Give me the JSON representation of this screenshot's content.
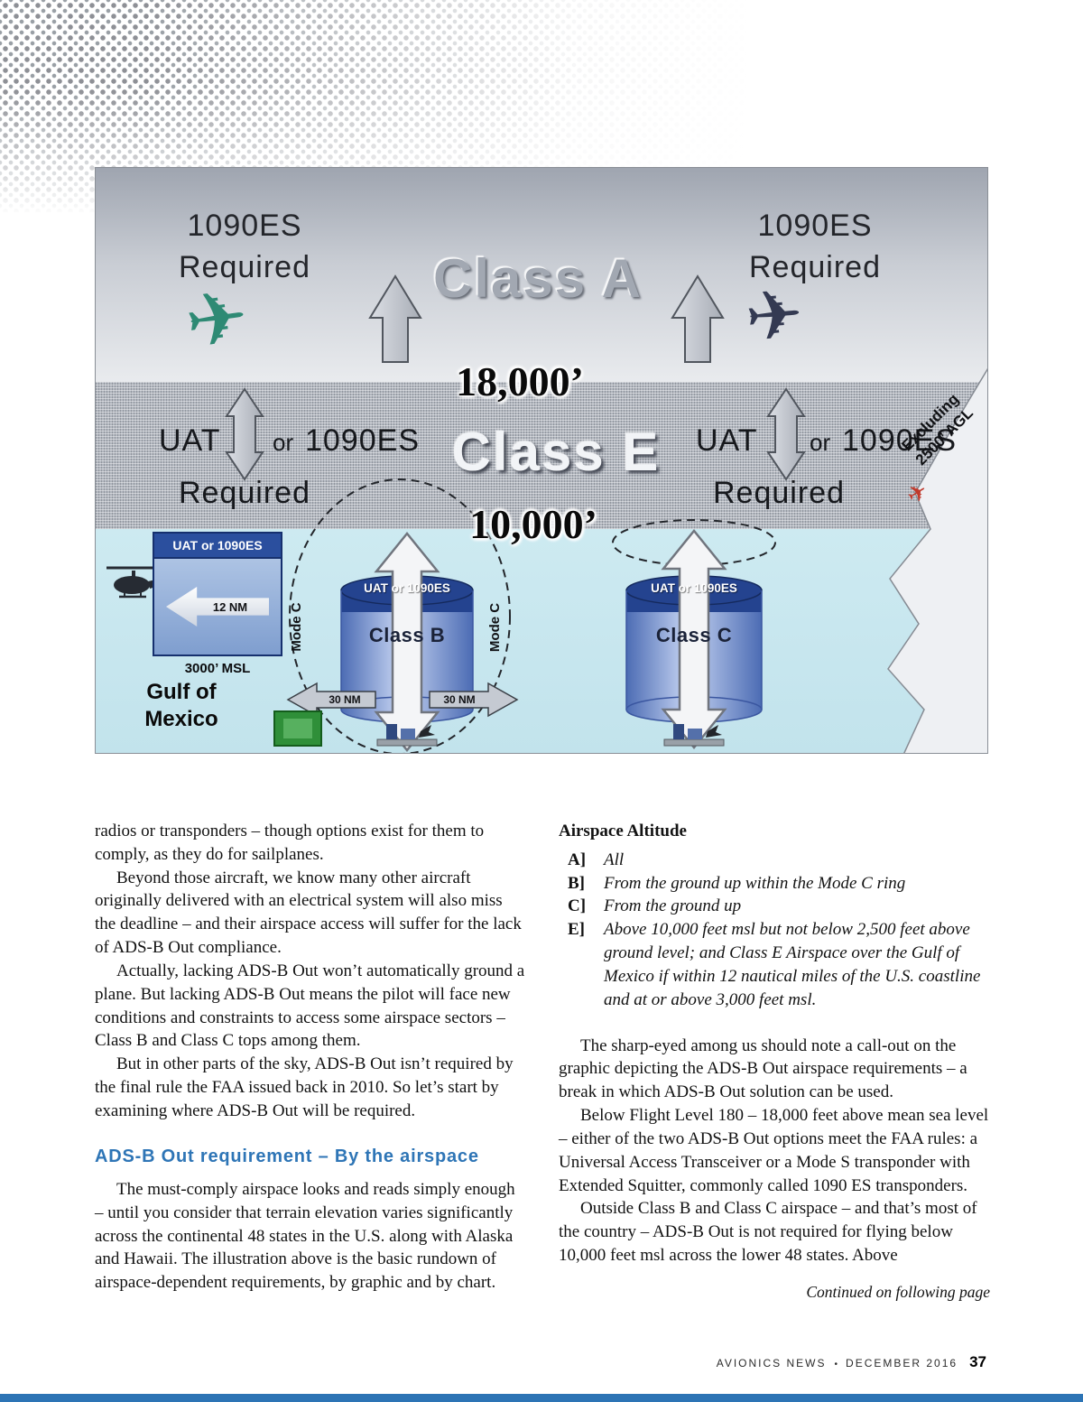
{
  "diagram": {
    "class_a": {
      "req_left": [
        "1090ES",
        "Required"
      ],
      "title": "Class A",
      "req_right": [
        "1090ES",
        "Required"
      ]
    },
    "alt_18000": "18,000’",
    "class_e": {
      "title": "Class E",
      "uat_left": "UAT",
      "or_left": "or",
      "es_left": "1090ES",
      "required_left": "Required",
      "uat_right": "UAT",
      "or_right": "or",
      "es_right": "1090ES",
      "required_right": "Required",
      "excluding_1": "Excluding",
      "excluding_2": "2500’ AGL"
    },
    "alt_10000": "10,000’",
    "surface": {
      "gulf_box_title": "UAT or 1090ES",
      "gulf_box_arrow": "12 NM",
      "msl": "3000’ MSL",
      "gulf_1": "Gulf of",
      "gulf_2": "Mexico",
      "mode_c_left": "Mode C",
      "mode_c_right": "Mode C",
      "class_b_header": "UAT or 1090ES",
      "class_b_label": "Class B",
      "class_c_header": "UAT or 1090ES",
      "class_c_label": "Class C",
      "nm_left": "30 NM",
      "nm_right": "30 NM"
    }
  },
  "article": {
    "left_column": {
      "paragraphs_top": [
        "radios or transponders – though options exist for them to comply, as they do for sailplanes.",
        "Beyond those aircraft, we know many other aircraft originally delivered with an electrical system will also miss the deadline – and their airspace access will suffer for the lack of ADS-B Out compliance.",
        "Actually, lacking ADS-B Out won’t automatically ground a plane. But lacking ADS-B Out means the pilot will face new conditions and constraints to access some airspace sectors – Class B and Class C tops among them.",
        "But in other parts of the sky, ADS-B Out isn’t required by the final rule the FAA issued back in 2010. So let’s start by examining where ADS-B Out will be required."
      ],
      "heading": "ADS-B Out requirement – By the airspace",
      "paragraphs_bottom": [
        "The must-comply airspace looks and reads simply enough – until you consider that terrain elevation varies significantly across the continental 48 states in the U.S. along with Alaska and Hawaii. The illustration above is the basic rundown of airspace-dependent requirements, by graphic and by chart."
      ]
    },
    "right_column": {
      "table_title": "Airspace Altitude",
      "rows": [
        {
          "marker": "A]",
          "text": "All"
        },
        {
          "marker": "B]",
          "text": "From the ground up within the Mode C ring"
        },
        {
          "marker": "C]",
          "text": "From the ground up"
        },
        {
          "marker": "E]",
          "text": "Above 10,000 feet msl but not below 2,500 feet above ground level; and Class E Airspace over the Gulf of Mexico if within 12 nautical miles of the U.S. coastline and at or above 3,000 feet msl."
        }
      ],
      "paragraphs": [
        "The sharp-eyed among us should note a call-out on the graphic depicting the ADS-B Out airspace requirements – a break in which ADS-B Out solution can be used.",
        "Below Flight Level 180 – 18,000 feet above mean sea level – either of the two ADS-B Out options meet the FAA rules: a Universal Access Transceiver or a Mode S transponder with Extended Squitter, commonly called 1090 ES transponders.",
        "Outside Class B and Class C airspace – and that’s most of the country – ADS-B Out is not required for flying below 10,000 feet msl across the lower 48 states. Above"
      ],
      "continued": "Continued on following page"
    }
  },
  "footer": {
    "journal": "AVIONICS NEWS",
    "bullet": "•",
    "issue": "DECEMBER 2016",
    "page": "37"
  },
  "colors": {
    "heading_blue": "#2e75b6",
    "footer_bar": "#2d74b5"
  }
}
